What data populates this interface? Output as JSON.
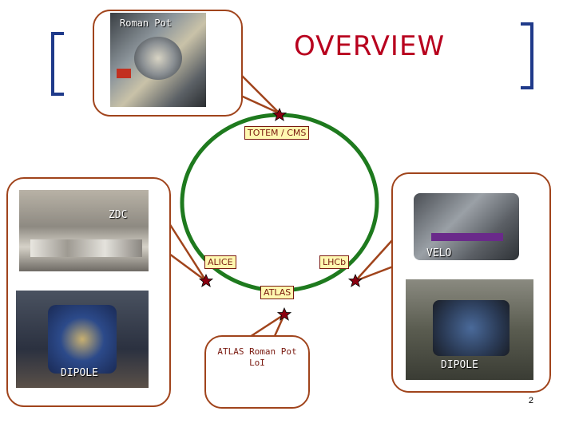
{
  "title": "OVERVIEW",
  "page_number": "2",
  "ring": {
    "top_label": "TOTEM / CMS",
    "left_label": "ALICE",
    "right_label": "LHCb",
    "bottom_label": "ATLAS"
  },
  "photos": {
    "roman_pot": "Roman Pot",
    "zdc": "ZDC",
    "dipole_left": "DIPOLE",
    "velo": "VELO",
    "dipole_right": "DIPOLE"
  },
  "atlas_note": {
    "line1": "ATLAS Roman Pot",
    "line2": "LoI"
  },
  "colors": {
    "ring": "#1e7a1e",
    "connector": "#a0441c",
    "title": "#b8001e",
    "bracket": "#1f3a8a"
  }
}
